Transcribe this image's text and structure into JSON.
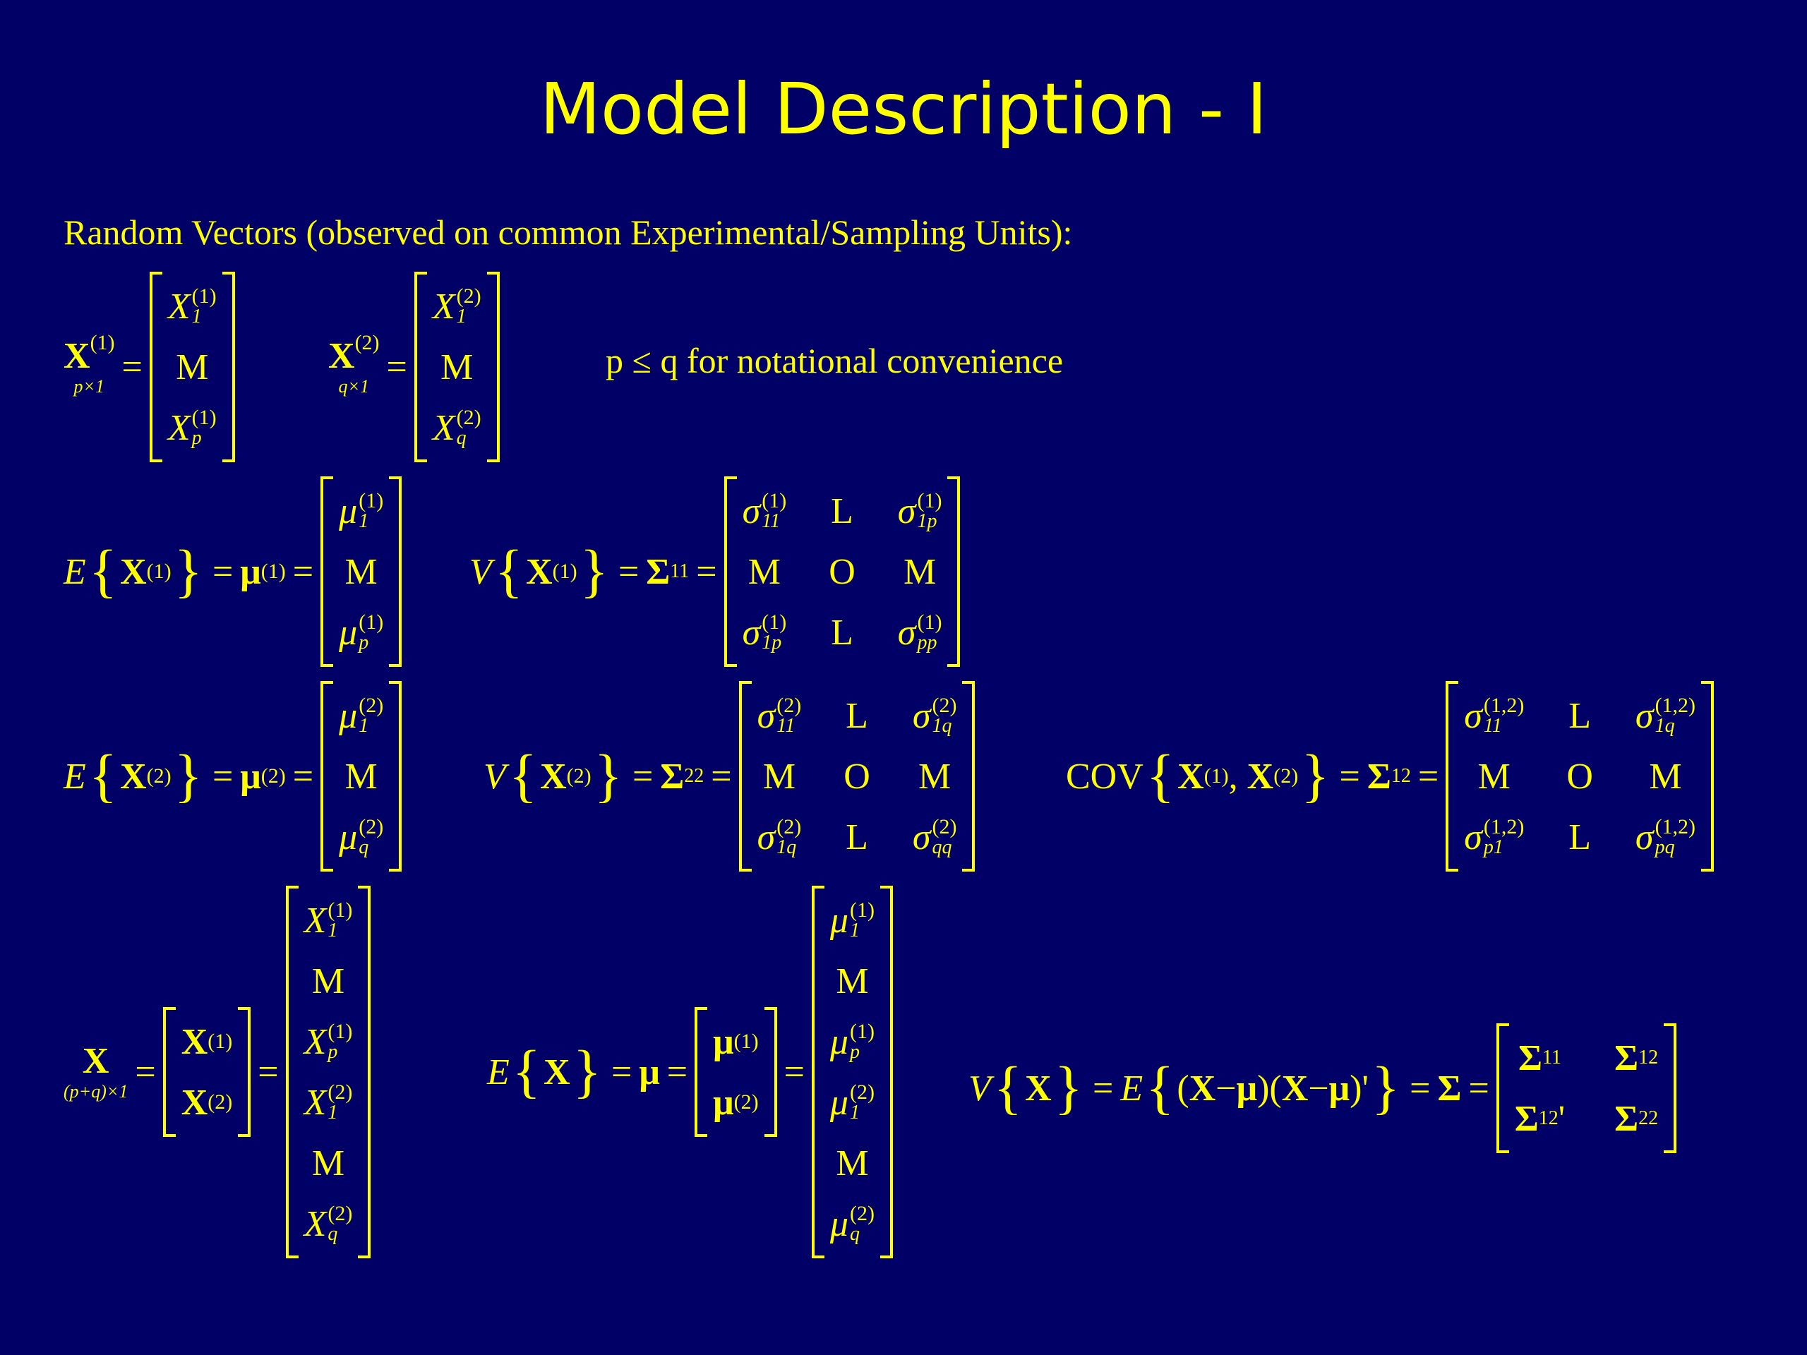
{
  "slide": {
    "title": "Model Description - I",
    "subtitle": "Random Vectors (observed on common Experimental/Sampling Units):",
    "note": "p ≤ q for notational convenience"
  },
  "colors": {
    "background": "#000066",
    "text": "#ffff00"
  }
}
